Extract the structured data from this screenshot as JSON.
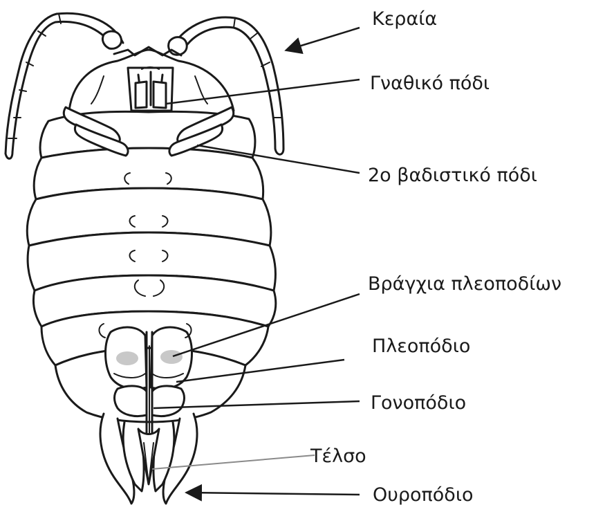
{
  "labels": {
    "antenna": "Κεραία",
    "maxilliped": "Γναθικό πόδι",
    "walking_leg_2": "2ο βαδιστικό πόδι",
    "pleopod_gills": "Βράγχια πλεοποδίων",
    "pleopod": "Πλεοπόδιο",
    "gonopod": "Γονοπόδιο",
    "telson": "Τέλσο",
    "uropod": "Ουροπόδιο"
  }
}
